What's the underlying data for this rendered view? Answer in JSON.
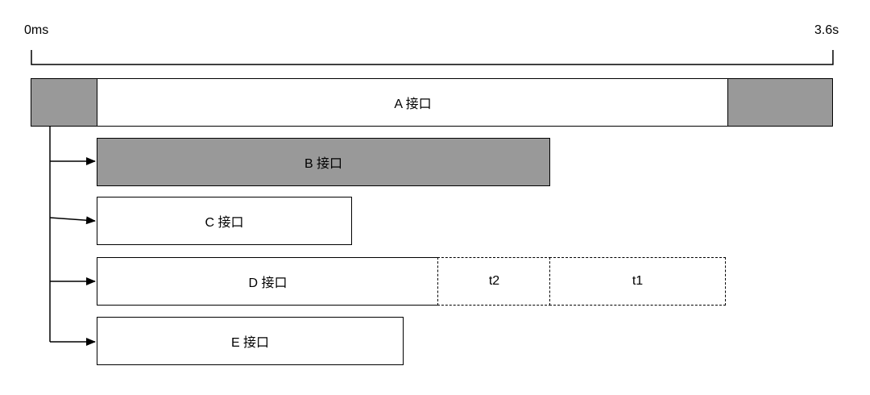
{
  "timeline": {
    "start_label": "0ms",
    "end_label": "3.6s"
  },
  "diagram": {
    "a_label": "A 接口",
    "b_label": "B 接口",
    "c_label": "C 接口",
    "d_label": "D 接口",
    "t2_label": "t2",
    "t1_label": "t1",
    "e_label": "E 接口"
  },
  "colors": {
    "stroke": "#000000",
    "gray_fill": "#999999",
    "white_fill": "#ffffff"
  }
}
